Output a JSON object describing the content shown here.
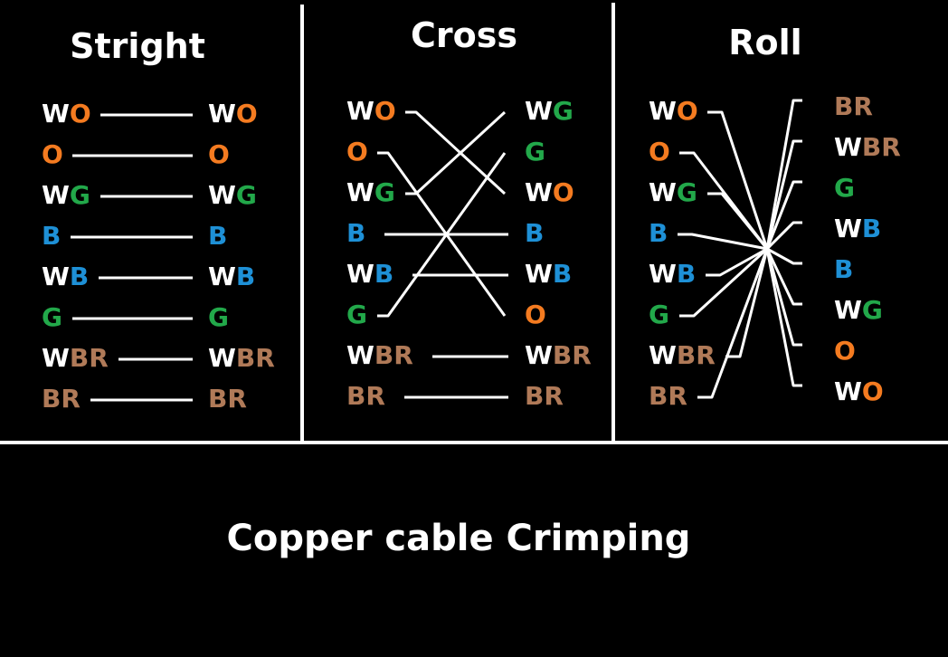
{
  "colors": {
    "W": "#ffffff",
    "O": "#f47b20",
    "G": "#22a84a",
    "B": "#1e90d6",
    "BR": "#b07a58",
    "background": "#000000",
    "line": "#ffffff"
  },
  "footer_title": "Copper cable Crimping",
  "panels": [
    {
      "id": "stright",
      "title": "Stright",
      "left_labels": [
        [
          "W",
          "O"
        ],
        [
          "O"
        ],
        [
          "W",
          "G"
        ],
        [
          "B"
        ],
        [
          "W",
          "B"
        ],
        [
          "G"
        ],
        [
          "W",
          "BR"
        ],
        [
          "BR"
        ]
      ],
      "right_labels": [
        [
          "W",
          "O"
        ],
        [
          "O"
        ],
        [
          "W",
          "G"
        ],
        [
          "B"
        ],
        [
          "W",
          "B"
        ],
        [
          "G"
        ],
        [
          "W",
          "BR"
        ],
        [
          "BR"
        ]
      ],
      "mapping": [
        0,
        1,
        2,
        3,
        4,
        5,
        6,
        7
      ]
    },
    {
      "id": "cross",
      "title": "Cross",
      "left_labels": [
        [
          "W",
          "O"
        ],
        [
          "O"
        ],
        [
          "W",
          "G"
        ],
        [
          "B"
        ],
        [
          "W",
          "B"
        ],
        [
          "G"
        ],
        [
          "W",
          "BR"
        ],
        [
          "BR"
        ]
      ],
      "right_labels": [
        [
          "W",
          "G"
        ],
        [
          "G"
        ],
        [
          "W",
          "O"
        ],
        [
          "B"
        ],
        [
          "W",
          "B"
        ],
        [
          "O"
        ],
        [
          "W",
          "BR"
        ],
        [
          "BR"
        ]
      ],
      "mapping": [
        2,
        5,
        0,
        3,
        4,
        1,
        6,
        7
      ]
    },
    {
      "id": "roll",
      "title": "Roll",
      "left_labels": [
        [
          "W",
          "O"
        ],
        [
          "O"
        ],
        [
          "W",
          "G"
        ],
        [
          "B"
        ],
        [
          "W",
          "B"
        ],
        [
          "G"
        ],
        [
          "W",
          "BR"
        ],
        [
          "BR"
        ]
      ],
      "right_labels": [
        [
          "BR"
        ],
        [
          "W",
          "BR"
        ],
        [
          "G"
        ],
        [
          "W",
          "B"
        ],
        [
          "B"
        ],
        [
          "W",
          "G"
        ],
        [
          "O"
        ],
        [
          "W",
          "O"
        ]
      ],
      "mapping": [
        7,
        6,
        5,
        4,
        3,
        2,
        1,
        0
      ]
    }
  ]
}
